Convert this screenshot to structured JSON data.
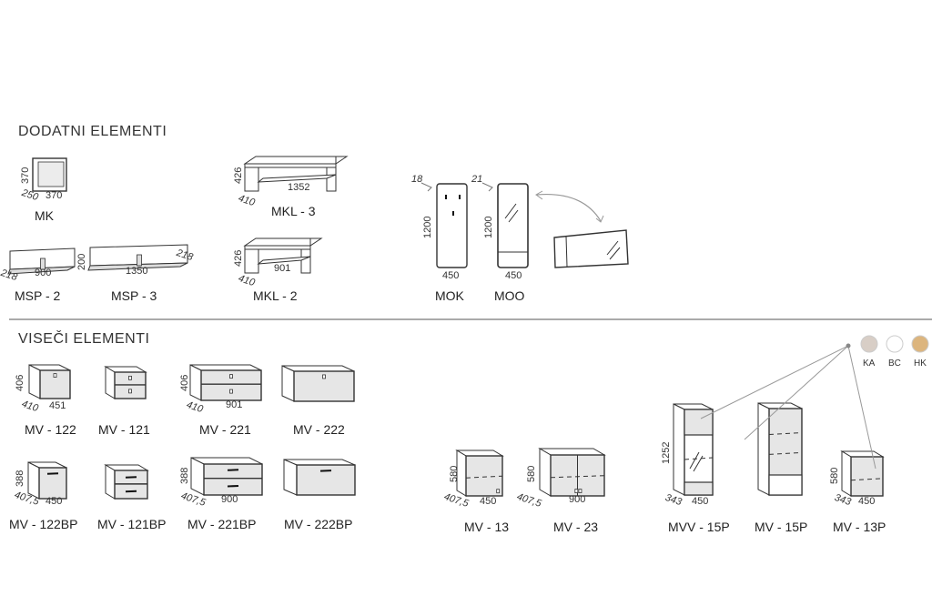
{
  "sections": {
    "additional": "DODATNI ELEMENTI",
    "hanging": "VISEČI ELEMENTI"
  },
  "additional_items": {
    "mk": {
      "label": "MK",
      "height": "370",
      "depth": "250",
      "width": "370"
    },
    "msp2": {
      "label": "MSP - 2",
      "depth": "218",
      "width": "900"
    },
    "msp3": {
      "label": "MSP - 3",
      "height": "200",
      "depth": "218",
      "width": "1350"
    },
    "mkl3": {
      "label": "MKL - 3",
      "height": "426",
      "depth": "410",
      "width": "1352"
    },
    "mkl2": {
      "label": "MKL - 2",
      "height": "426",
      "depth": "410",
      "width": "901"
    },
    "mok": {
      "label": "MOK",
      "thickness": "18",
      "height": "1200",
      "width": "450"
    },
    "moo": {
      "label": "MOO",
      "thickness": "21",
      "height": "1200",
      "width": "450"
    }
  },
  "hanging_items": {
    "mv122": {
      "label": "MV - 122",
      "height": "406",
      "depth": "410",
      "width": "451"
    },
    "mv121": {
      "label": "MV - 121"
    },
    "mv221": {
      "label": "MV - 221",
      "height": "406",
      "depth": "410",
      "width": "901"
    },
    "mv222": {
      "label": "MV - 222"
    },
    "mv122bp": {
      "label": "MV - 122BP",
      "height": "388",
      "depth": "407,5",
      "width": "450"
    },
    "mv121bp": {
      "label": "MV - 121BP"
    },
    "mv221bp": {
      "label": "MV - 221BP",
      "height": "388",
      "depth": "407,5",
      "width": "900"
    },
    "mv222bp": {
      "label": "MV - 222BP"
    },
    "mv13": {
      "label": "MV - 13",
      "height": "580",
      "depth": "407,5",
      "width": "450"
    },
    "mv23": {
      "label": "MV - 23",
      "height": "580",
      "depth": "407,5",
      "width": "900"
    },
    "mvv15p": {
      "label": "MVV - 15P",
      "height": "1252",
      "depth": "343",
      "width": "450"
    },
    "mv15p": {
      "label": "MV - 15P"
    },
    "mv13p": {
      "label": "MV - 13P",
      "height": "580",
      "depth": "343",
      "width": "450"
    }
  },
  "finishes": [
    {
      "code": "KA",
      "color": "#d8cec6"
    },
    {
      "code": "BC",
      "color": "#ffffff"
    },
    {
      "code": "HK",
      "color": "#dcb57e"
    }
  ]
}
